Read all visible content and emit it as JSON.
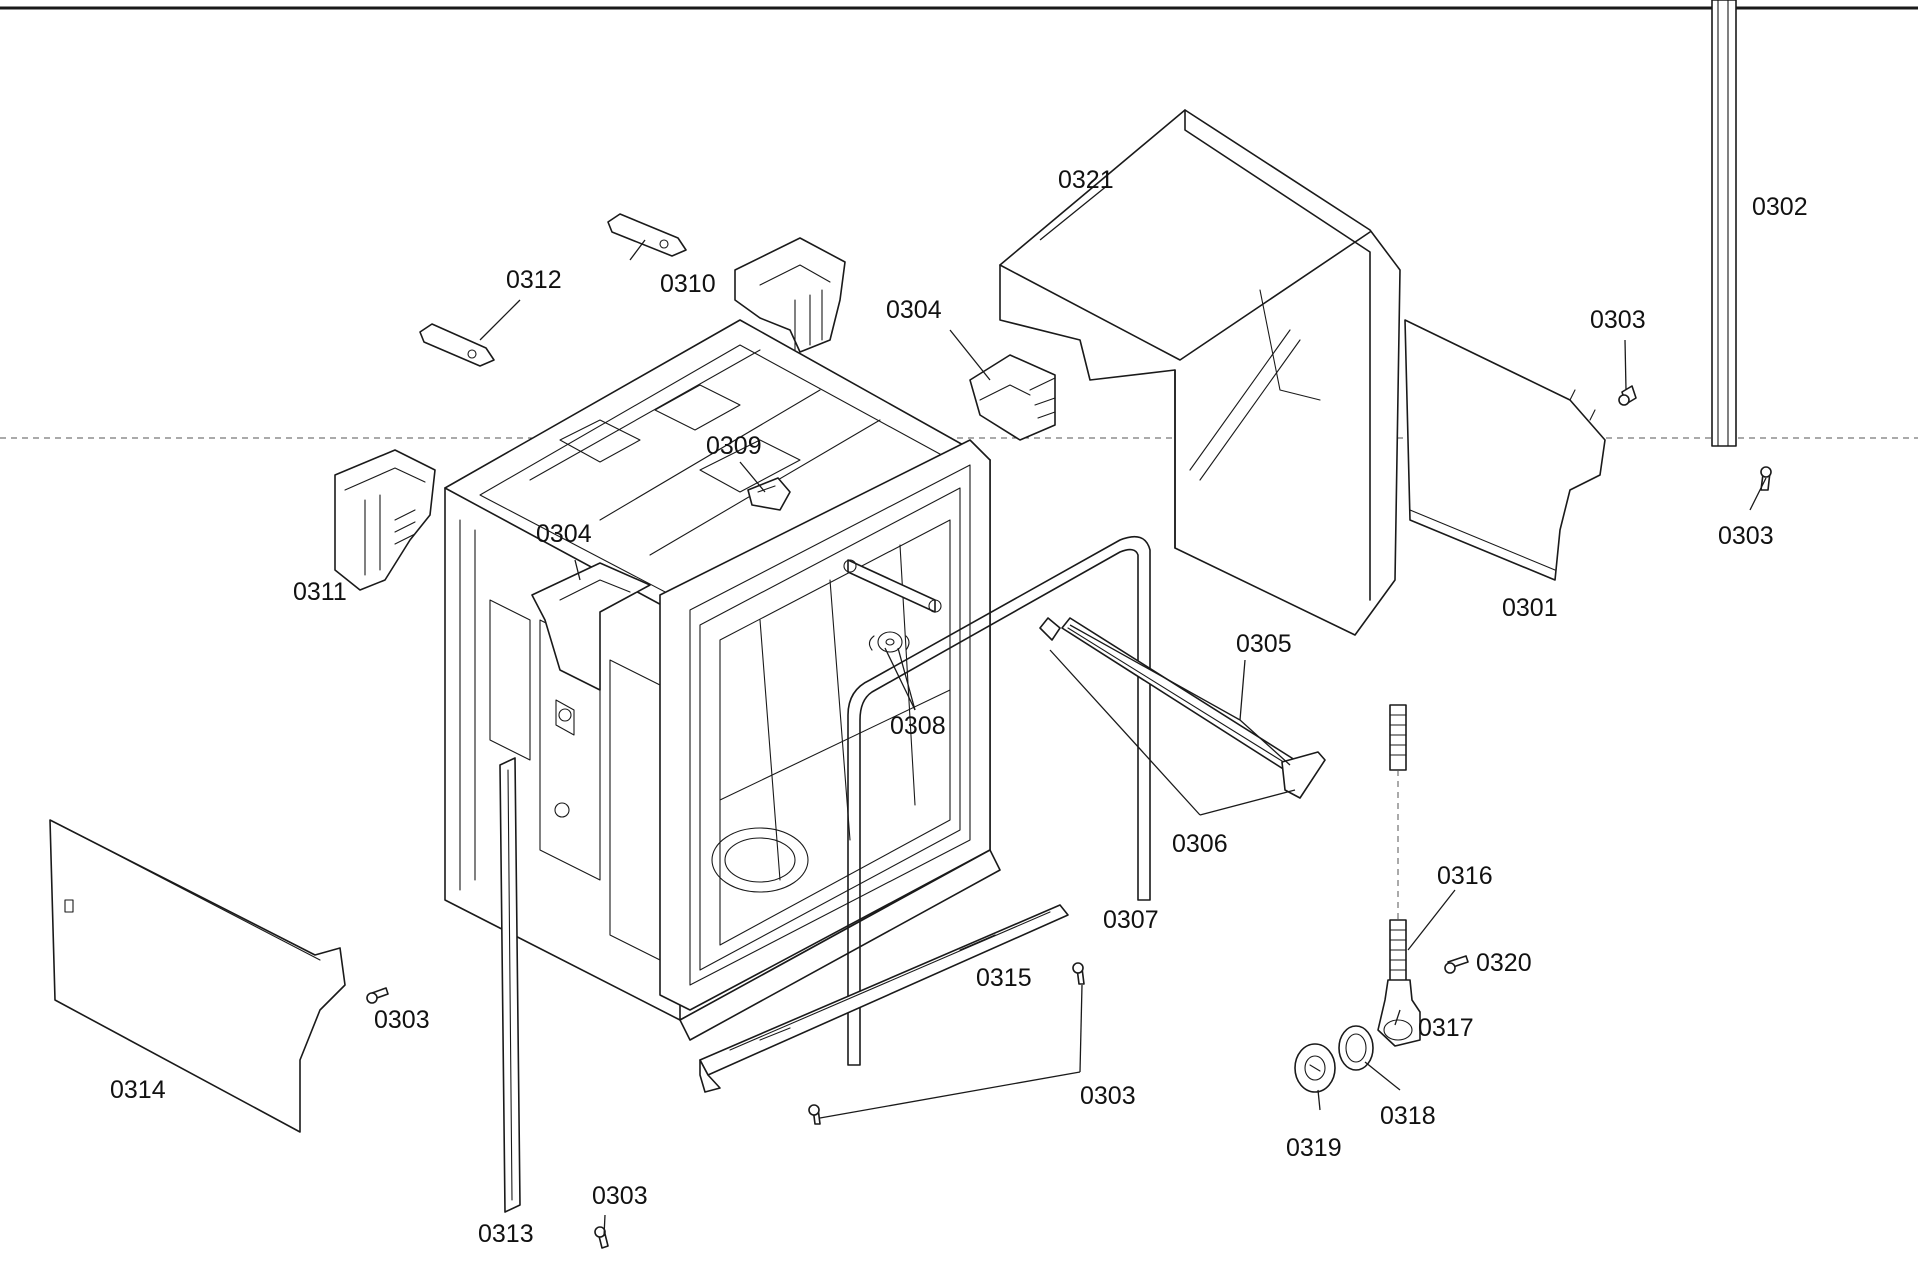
{
  "colors": {
    "ink": "#1a1a1a",
    "paper": "#ffffff"
  },
  "callouts": {
    "c0301": "0301",
    "c0302": "0302",
    "c0303": "0303",
    "c0304": "0304",
    "c0305": "0305",
    "c0306": "0306",
    "c0307": "0307",
    "c0308": "0308",
    "c0309": "0309",
    "c0310": "0310",
    "c0311": "0311",
    "c0312": "0312",
    "c0313": "0313",
    "c0314": "0314",
    "c0315": "0315",
    "c0316": "0316",
    "c0317": "0317",
    "c0318": "0318",
    "c0319": "0319",
    "c0320": "0320",
    "c0321": "0321"
  }
}
